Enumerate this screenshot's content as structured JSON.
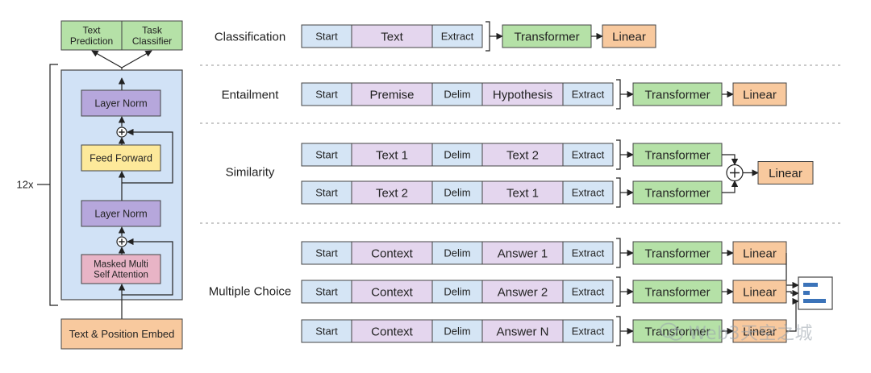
{
  "colors": {
    "blue": "#d5e5f5",
    "purple": "#e4d6ee",
    "violet": "#b6a7dc",
    "green": "#b5e1a7",
    "orange": "#f8c99e",
    "yellow": "#fde99a",
    "pink": "#e8b4c6",
    "arch_bg": "#d1e2f6"
  },
  "architecture": {
    "repeat_label": "12x",
    "outputs": [
      "Text\nPrediction",
      "Task\nClassifier"
    ],
    "layers": [
      {
        "label": "Layer Norm",
        "color": "violet"
      },
      {
        "label": "Feed Forward",
        "color": "yellow"
      },
      {
        "label": "Layer Norm",
        "color": "violet"
      },
      {
        "label": "Masked Multi\nSelf Attention",
        "color": "pink"
      }
    ],
    "embed": "Text & Position Embed"
  },
  "tasks": [
    {
      "name": "Classification",
      "rows": [
        [
          {
            "t": "Start",
            "c": "blue",
            "w": 62
          },
          {
            "t": "Text",
            "c": "purple",
            "w": 100
          },
          {
            "t": "Extract",
            "c": "blue",
            "w": 62
          }
        ]
      ],
      "transformer": "Transformer",
      "linear": "Linear",
      "mode": "single"
    },
    {
      "name": "Entailment",
      "rows": [
        [
          {
            "t": "Start",
            "c": "blue",
            "w": 62
          },
          {
            "t": "Premise",
            "c": "purple",
            "w": 100
          },
          {
            "t": "Delim",
            "c": "blue",
            "w": 62
          },
          {
            "t": "Hypothesis",
            "c": "purple",
            "w": 100
          },
          {
            "t": "Extract",
            "c": "blue",
            "w": 62
          }
        ]
      ],
      "transformer": "Transformer",
      "linear": "Linear",
      "mode": "single"
    },
    {
      "name": "Similarity",
      "rows": [
        [
          {
            "t": "Start",
            "c": "blue",
            "w": 62
          },
          {
            "t": "Text 1",
            "c": "purple",
            "w": 100
          },
          {
            "t": "Delim",
            "c": "blue",
            "w": 62
          },
          {
            "t": "Text 2",
            "c": "purple",
            "w": 100
          },
          {
            "t": "Extract",
            "c": "blue",
            "w": 62
          }
        ],
        [
          {
            "t": "Start",
            "c": "blue",
            "w": 62
          },
          {
            "t": "Text 2",
            "c": "purple",
            "w": 100
          },
          {
            "t": "Delim",
            "c": "blue",
            "w": 62
          },
          {
            "t": "Text 1",
            "c": "purple",
            "w": 100
          },
          {
            "t": "Extract",
            "c": "blue",
            "w": 62
          }
        ]
      ],
      "transformer": "Transformer",
      "linear": "Linear",
      "mode": "sum"
    },
    {
      "name": "Multiple Choice",
      "rows": [
        [
          {
            "t": "Start",
            "c": "blue",
            "w": 62
          },
          {
            "t": "Context",
            "c": "purple",
            "w": 100
          },
          {
            "t": "Delim",
            "c": "blue",
            "w": 62
          },
          {
            "t": "Answer 1",
            "c": "purple",
            "w": 100
          },
          {
            "t": "Extract",
            "c": "blue",
            "w": 62
          }
        ],
        [
          {
            "t": "Start",
            "c": "blue",
            "w": 62
          },
          {
            "t": "Context",
            "c": "purple",
            "w": 100
          },
          {
            "t": "Delim",
            "c": "blue",
            "w": 62
          },
          {
            "t": "Answer 2",
            "c": "purple",
            "w": 100
          },
          {
            "t": "Extract",
            "c": "blue",
            "w": 62
          }
        ],
        [
          {
            "t": "Start",
            "c": "blue",
            "w": 62
          },
          {
            "t": "Context",
            "c": "purple",
            "w": 100
          },
          {
            "t": "Delim",
            "c": "blue",
            "w": 62
          },
          {
            "t": "Answer N",
            "c": "purple",
            "w": 100
          },
          {
            "t": "Extract",
            "c": "blue",
            "w": 62
          }
        ]
      ],
      "transformer": "Transformer",
      "linear": "Linear",
      "mode": "choice"
    }
  ],
  "watermark": "Web3天空之城"
}
